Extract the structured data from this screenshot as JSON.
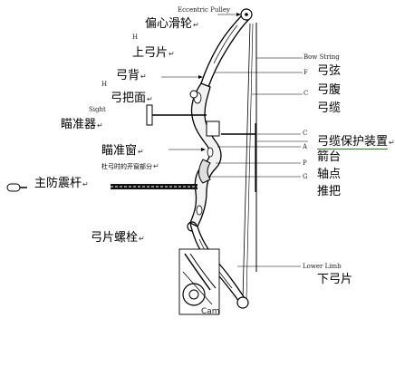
{
  "labels_zh": {
    "eccentric_wheel": "偏心滑轮",
    "upper_limb": "上弓片",
    "bow_back": "弓背",
    "grip_face": "弓把面",
    "sight": "瞄准器",
    "sight_window": "瞄准窗",
    "sight_window_note": "杜弓时的开窗部分",
    "stabilizer": "主防震杆",
    "limb_bolt": "弓片螺栓",
    "bow_string": "弓弦",
    "bow_belly": "弓腹",
    "cable": "弓缆",
    "cable_guard": "弓缆保护装置",
    "arrow_rest": "箭台",
    "pivot_point": "轴点",
    "grip": "推把",
    "lower_limb": "下弓片"
  },
  "labels_en": {
    "eccentric_pulley": "Eccentric Pulley",
    "h_top": "H",
    "h_side": "H",
    "sight": "Sight",
    "bow_string": "Bow String",
    "f": "F",
    "c_top": "C",
    "c_mid": "C",
    "a": "A",
    "p": "P",
    "g": "G",
    "lower_limb": "Lower Limb",
    "cam": "Cam"
  },
  "mark": "↵",
  "colors": {
    "line": "#000000",
    "riser_fill": "#f2f2f2",
    "limb_fill": "#ffffff",
    "underline": "#2a7a2a"
  }
}
